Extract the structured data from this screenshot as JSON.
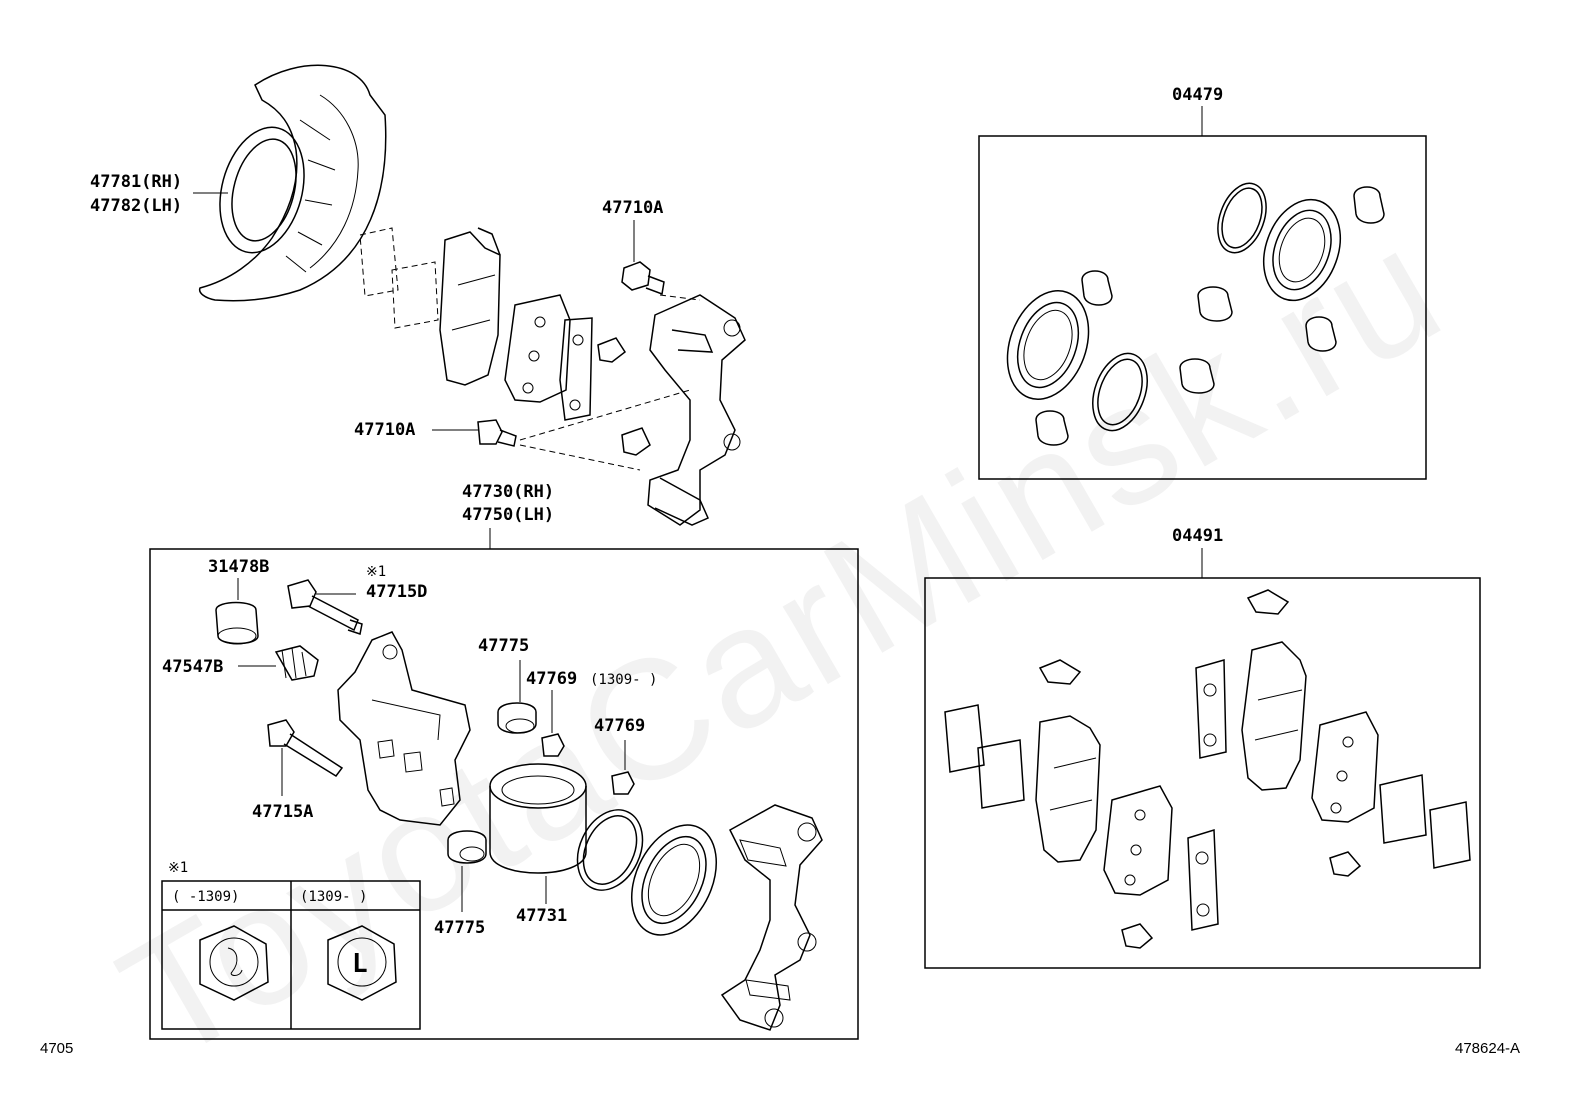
{
  "watermark": "ToyotaCarMinsk.ru",
  "corner": {
    "left": "4705",
    "right": "478624-A"
  },
  "labels": {
    "shield": [
      "47781(RH)",
      "47782(LH)"
    ],
    "bolt_upper": "47710A",
    "bolt_lower": "47710A",
    "caliper_assy": [
      "47730(RH)",
      "47750(LH)"
    ],
    "bush": "31478B",
    "note_mark": "※1",
    "pin_d": "47715D",
    "bleeder": "47547B",
    "pin_a": "47715A",
    "boot_upper": "47775",
    "boot_lower": "47775",
    "cap_upper": "47769",
    "cap_upper_range": "(1309-    )",
    "cap_lower": "47769",
    "piston": "47731",
    "kit_seal": "04479",
    "kit_pad": "04491"
  },
  "legend": {
    "mark": "※1",
    "col1": "(    -1309)",
    "col2": "(1309-    )",
    "col2_letter": "L"
  }
}
